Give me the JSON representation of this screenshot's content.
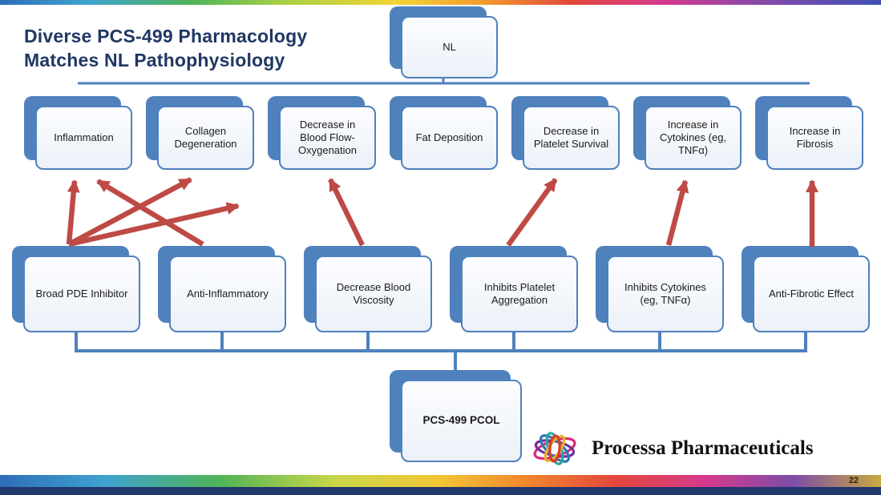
{
  "slide": {
    "title": {
      "line1": "Diverse PCS-499 Pharmacology",
      "line2": "Matches NL Pathophysiology"
    },
    "page_number": "22",
    "logo_text": "Processa Pharmaceuticals"
  },
  "diagram": {
    "root": {
      "label": "NL"
    },
    "pathophysiology": [
      {
        "label": "Inflammation"
      },
      {
        "label": "Collagen Degeneration"
      },
      {
        "label": "Decrease in Blood Flow-Oxygenation"
      },
      {
        "label": "Fat Deposition"
      },
      {
        "label": "Decrease in Platelet Survival"
      },
      {
        "label": "Increase in Cytokines (eg, TNFα)"
      },
      {
        "label": "Increase in Fibrosis"
      }
    ],
    "pharmacology": [
      {
        "label": "Broad PDE Inhibitor"
      },
      {
        "label": "Anti-Inflammatory"
      },
      {
        "label": "Decrease Blood Viscosity"
      },
      {
        "label": "Inhibits Platelet Aggregation"
      },
      {
        "label": "Inhibits Cytokines (eg, TNFα)"
      },
      {
        "label": "Anti-Fibrotic Effect"
      }
    ],
    "bottom_root": {
      "label": "PCS-499 PCOL"
    },
    "connections": [
      {
        "from": "Broad PDE Inhibitor",
        "to": "Inflammation"
      },
      {
        "from": "Broad PDE Inhibitor",
        "to": "Collagen Degeneration"
      },
      {
        "from": "Broad PDE Inhibitor",
        "to": "Decrease in Blood Flow-Oxygenation"
      },
      {
        "from": "Anti-Inflammatory",
        "to": "Inflammation"
      },
      {
        "from": "Decrease Blood Viscosity",
        "to": "Decrease in Blood Flow-Oxygenation"
      },
      {
        "from": "Inhibits Platelet Aggregation",
        "to": "Decrease in Platelet Survival"
      },
      {
        "from": "Inhibits Cytokines (eg, TNFα)",
        "to": "Increase in Cytokines (eg, TNFα)"
      },
      {
        "from": "Anti-Fibrotic Effect",
        "to": "Increase in Fibrosis"
      }
    ],
    "colors": {
      "accent_blue": "#4f81bd",
      "arrow_red": "#bf4a45",
      "title_navy": "#1f3864"
    }
  }
}
